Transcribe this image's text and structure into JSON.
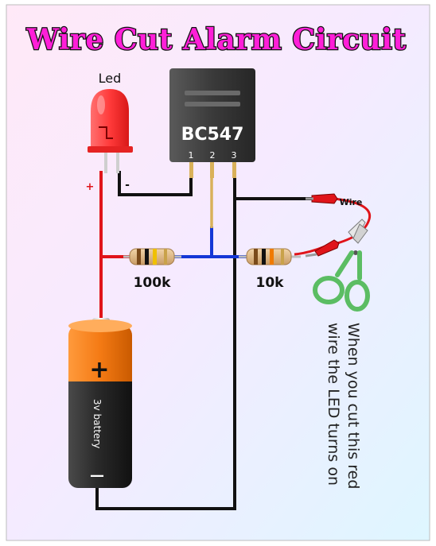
{
  "title": "Wire Cut Alarm Circuit",
  "led": {
    "label": "Led",
    "plus": "+",
    "minus": "-"
  },
  "transistor": {
    "name": "BC547",
    "pins": [
      "1",
      "2",
      "3"
    ]
  },
  "resistors": {
    "r1": "100k",
    "r2": "10k"
  },
  "wire_label": "Wire",
  "battery": {
    "label": "3v battery",
    "plus": "+",
    "minus": "—"
  },
  "note": {
    "line1": "When you cut this red",
    "line2": "wire the LED turns on"
  },
  "icons": [
    "led-icon",
    "transistor-icon",
    "resistor-icon",
    "scissors-icon",
    "battery-icon"
  ],
  "colors": {
    "title_fill": "#ff1fd8",
    "title_stroke": "#111111",
    "wire_red": "#e0141a",
    "wire_blue": "#1437d6",
    "wire_black": "#111111",
    "led_red": "#ff3030",
    "transistor_body": "#3d3d3d",
    "battery_orange": "#f47a14",
    "scissors_green": "#5bbd63"
  }
}
